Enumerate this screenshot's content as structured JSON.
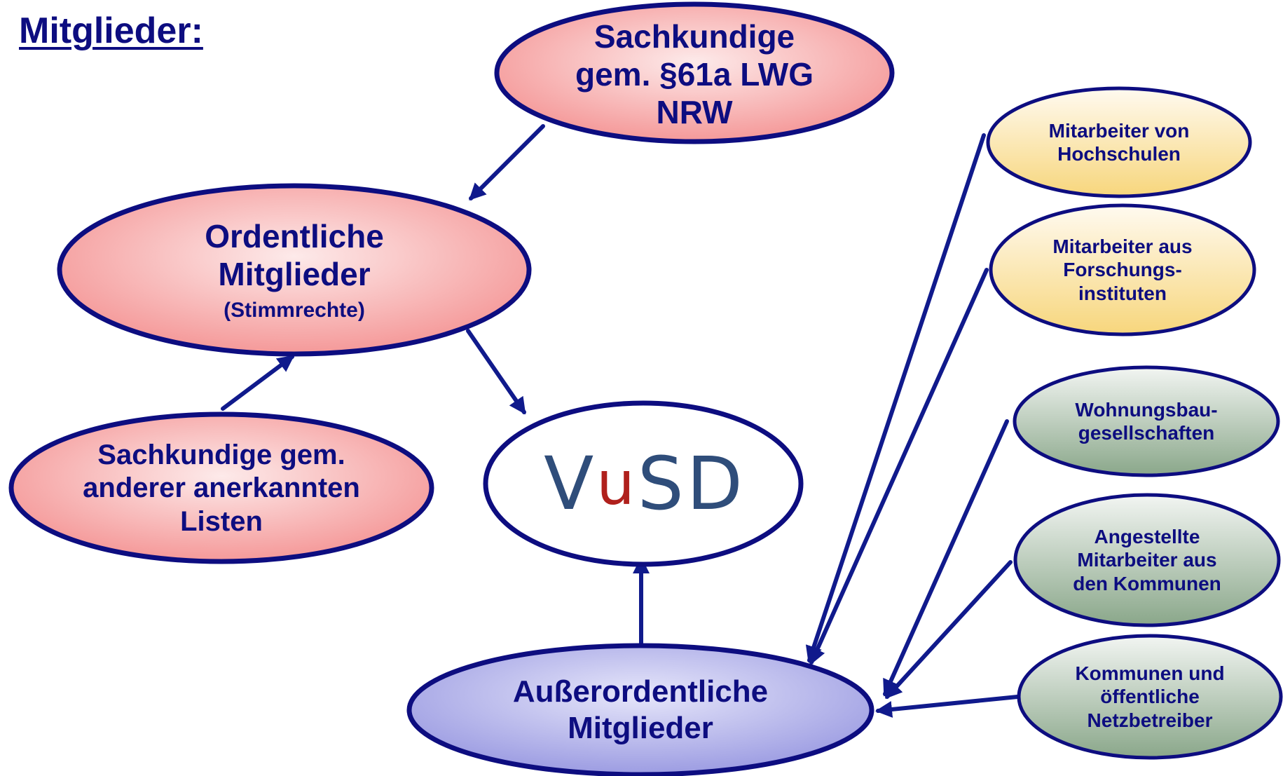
{
  "title": "Mitglieder:",
  "nodes": {
    "sachkundige_lwg": {
      "lines": [
        "Sachkundige",
        "gem. §61a LWG",
        "NRW"
      ]
    },
    "ordentliche": {
      "lines": [
        "Ordentliche",
        "Mitglieder"
      ],
      "sub": "(Stimmrechte)"
    },
    "sachkundige_andere": {
      "lines": [
        "Sachkundige gem.",
        "anderer anerkannten",
        "Listen"
      ]
    },
    "ausserordentliche": {
      "lines": [
        "Außerordentliche",
        "Mitglieder"
      ]
    },
    "hochschulen": {
      "lines": [
        "Mitarbeiter von",
        "Hochschulen"
      ]
    },
    "forschung": {
      "lines": [
        "Mitarbeiter aus",
        "Forschungs-",
        "instituten"
      ]
    },
    "wohnungsbau": {
      "lines": [
        "Wohnungsbau-",
        "gesellschaften"
      ]
    },
    "kommunen_angestellte": {
      "lines": [
        "Angestellte",
        "Mitarbeiter aus",
        "den Kommunen"
      ]
    },
    "netzbetreiber": {
      "lines": [
        "Kommunen und",
        "öffentliche",
        "Netzbetreiber"
      ]
    }
  },
  "logo": {
    "part1": "V",
    "part2": "u",
    "part3": "SD"
  },
  "colors": {
    "text": "#0d0d80",
    "outline": "#0d0d80",
    "arrow": "#101a8c",
    "red_fill": "#f59a9a",
    "blue_fill": "#a8a8e6",
    "yellow_fill": "#f8dc82",
    "green_fill": "#93ad93"
  }
}
